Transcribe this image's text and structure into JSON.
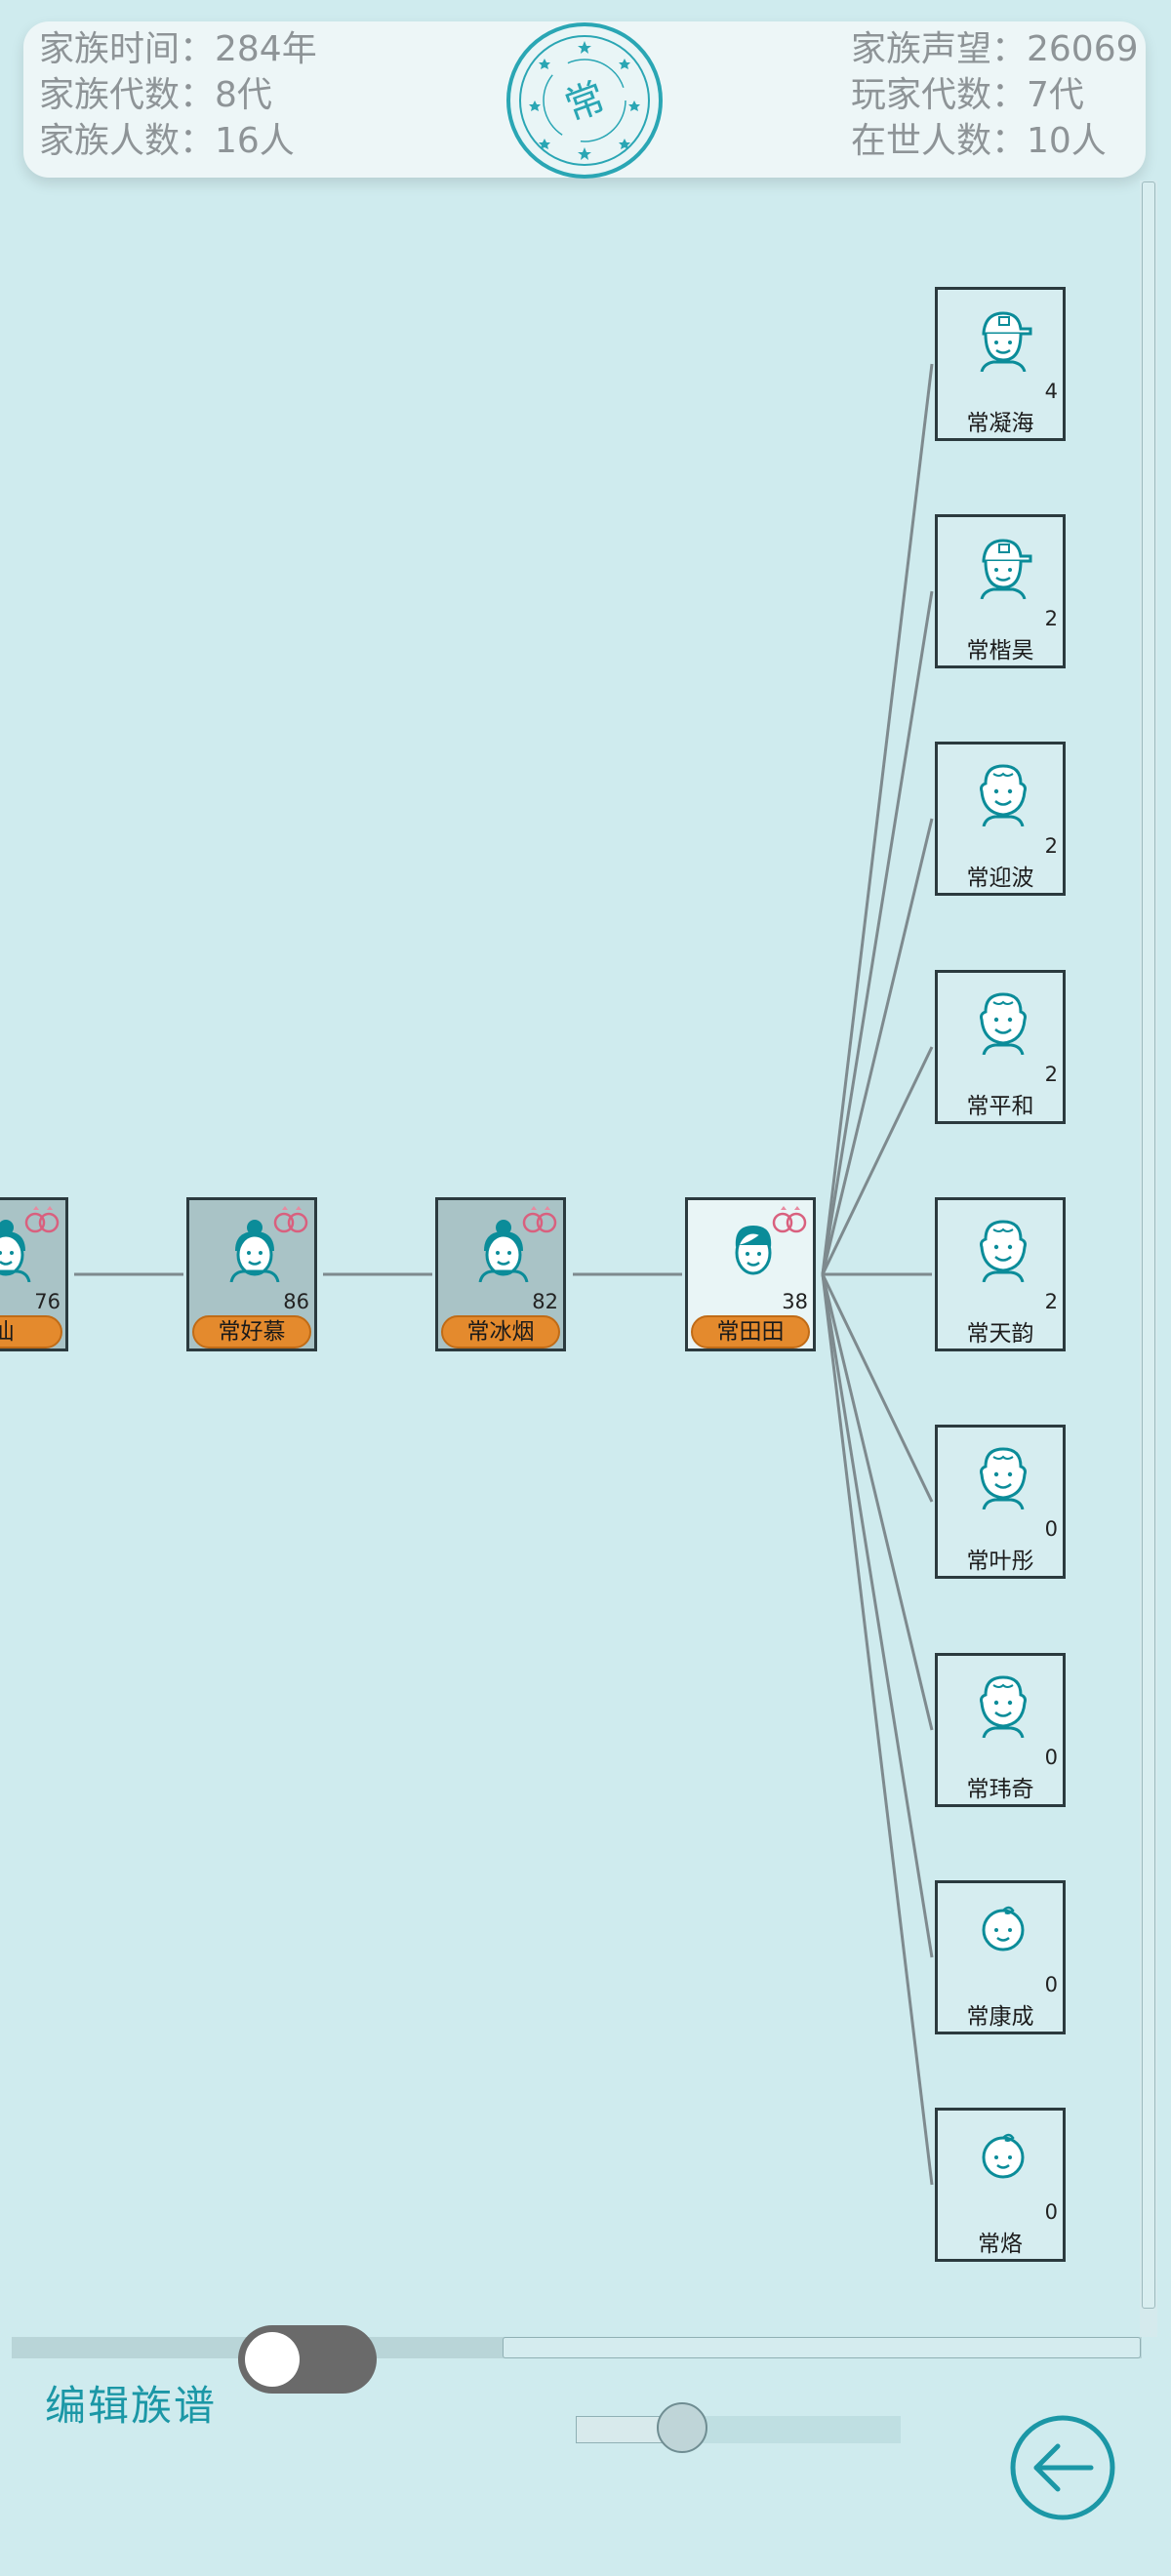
{
  "header": {
    "family_time": "家族时间：284年",
    "family_generations": "家族代数：8代",
    "family_members": "家族人数：16人",
    "family_prestige": "家族声望：26069",
    "player_generations": "玩家代数：7代",
    "living_members": "在世人数：10人",
    "seal_char": "常"
  },
  "lineage": [
    {
      "name": "仙",
      "age": "76",
      "married": true,
      "gender": "female"
    },
    {
      "name": "常好慕",
      "age": "86",
      "married": true,
      "gender": "female"
    },
    {
      "name": "常冰烟",
      "age": "82",
      "married": true,
      "gender": "female"
    },
    {
      "name": "常田田",
      "age": "38",
      "married": true,
      "gender": "male"
    }
  ],
  "children": [
    {
      "name": "常凝海",
      "age": "4",
      "avatar": "boy-cap-icon"
    },
    {
      "name": "常楷昊",
      "age": "2",
      "avatar": "boy-cap-icon"
    },
    {
      "name": "常迎波",
      "age": "2",
      "avatar": "baby-icon"
    },
    {
      "name": "常平和",
      "age": "2",
      "avatar": "baby-icon"
    },
    {
      "name": "常天韵",
      "age": "2",
      "avatar": "baby-icon"
    },
    {
      "name": "常叶彤",
      "age": "0",
      "avatar": "baby-icon"
    },
    {
      "name": "常玮奇",
      "age": "0",
      "avatar": "baby-icon"
    },
    {
      "name": "常康成",
      "age": "0",
      "avatar": "infant-icon"
    },
    {
      "name": "常烙",
      "age": "0",
      "avatar": "infant-icon"
    }
  ],
  "controls": {
    "edit_label": "编辑族谱",
    "edit_toggle_on": false,
    "zoom_level_fraction": 0.3
  },
  "colors": {
    "background": "#cfebee",
    "accent": "#1b97a6",
    "plate": "#e48a2d"
  }
}
